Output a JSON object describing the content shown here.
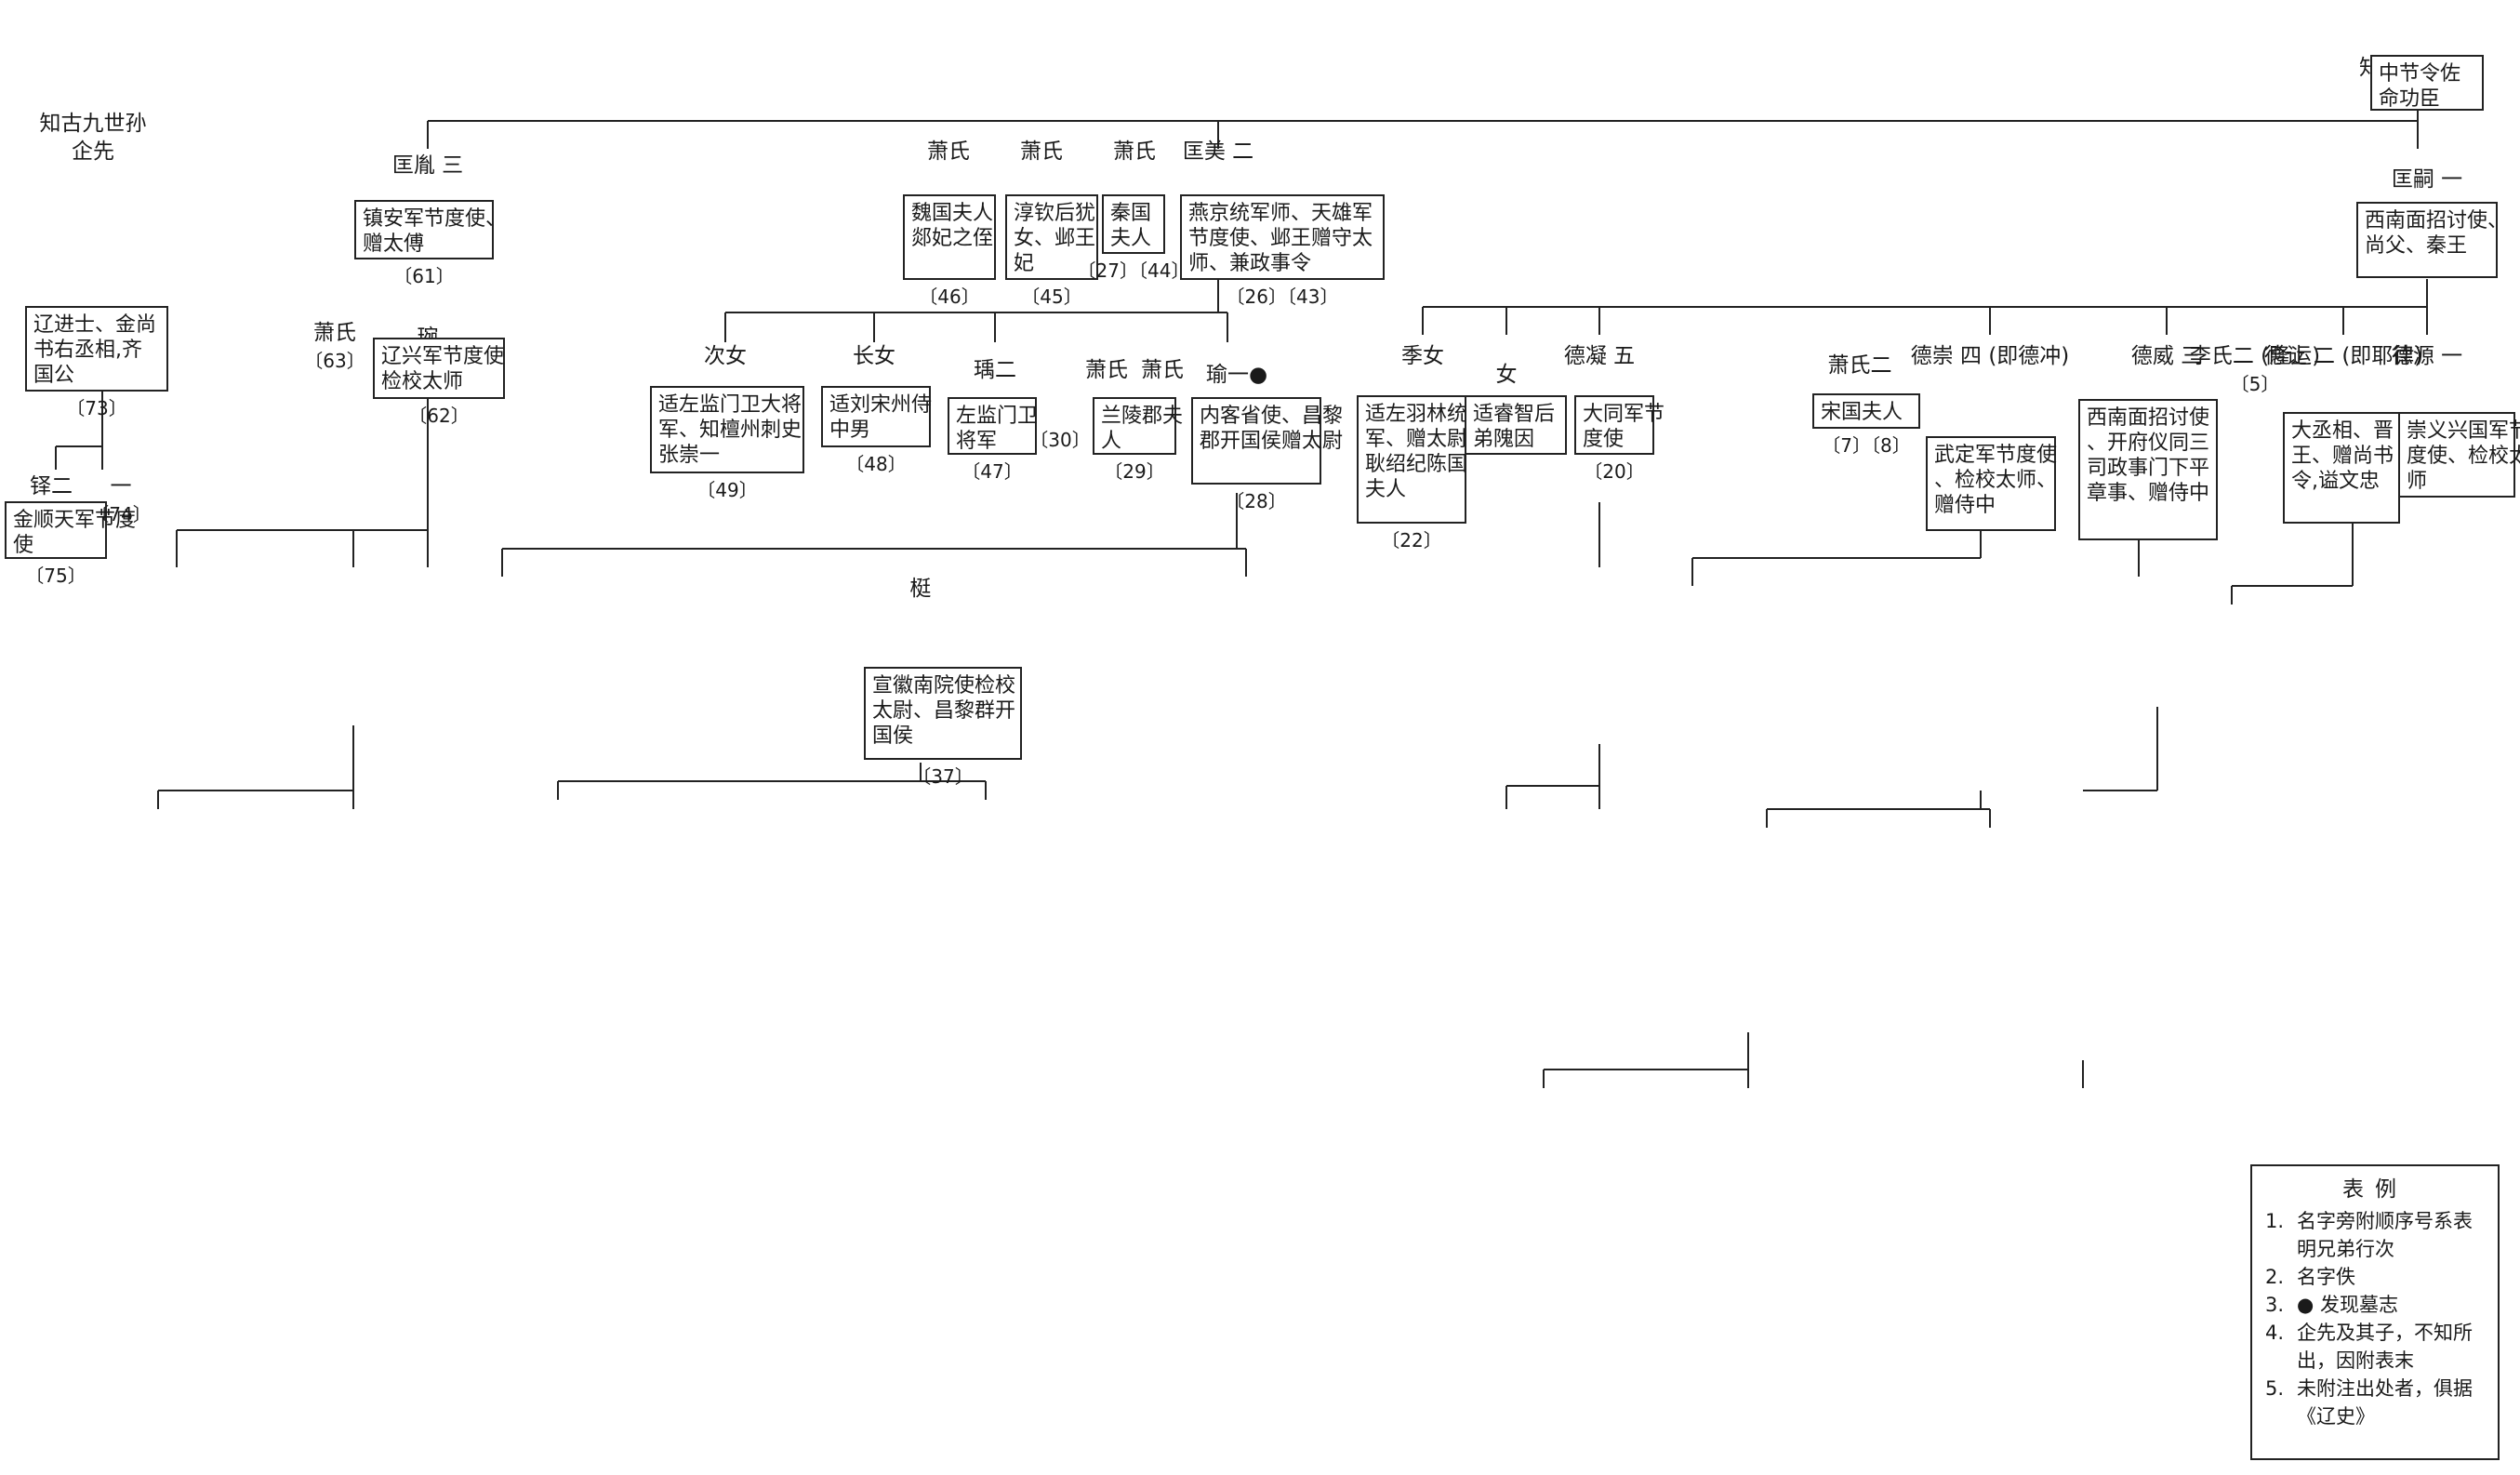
{
  "people": [
    {
      "id": "p_root",
      "label": "知古",
      "box": "中节令佐命功臣",
      "num": ""
    },
    {
      "id": "p_qi",
      "label": "企先",
      "prefix": "知古九世孙",
      "box": "辽进士、金尚书右丞相,齐国公",
      "num": "〔73〕"
    },
    {
      "id": "p_yi_er",
      "label": "铎二",
      "box": "金顺天军节度使",
      "num": "〔75〕"
    },
    {
      "id": "p_yi_yi",
      "label": "一",
      "box": "",
      "num": "〔74〕"
    },
    {
      "id": "p_kuangsi",
      "label": "匡嗣 一",
      "box": "西南面招讨使、尚父、秦王",
      "num": ""
    },
    {
      "id": "p_kuangmei",
      "label": "匡美 二",
      "box": "燕京统军师、天雄军节度使、邺王赠守太师、兼政事令",
      "num": "〔26〕〔43〕"
    },
    {
      "id": "p_kuangxian",
      "label": "匡胤 三",
      "box": "镇安军节度使、赠太傅",
      "num": "〔61〕"
    },
    {
      "id": "p_xiao_wei",
      "label": "萧氏",
      "box": "魏国夫人郯妃之侄",
      "num": "〔46〕"
    },
    {
      "id": "p_xiao_chun",
      "label": "萧氏",
      "box": "淳钦后犹女、邺王妃",
      "num": "〔45〕"
    },
    {
      "id": "p_xiao_qin",
      "label": "萧氏",
      "box": "秦国夫人",
      "num": "〔27〕〔44〕"
    },
    {
      "id": "p_wan",
      "label": "琬",
      "box": "辽兴军节度使检校太师",
      "num": "〔62〕"
    },
    {
      "id": "p_xiao_63",
      "label": "萧氏",
      "box": "",
      "num": "〔63〕"
    },
    {
      "id": "p_ciny",
      "label": "次女",
      "box": "适左监门卫大将军、知檀州刺史张崇一",
      "num": "〔49〕"
    },
    {
      "id": "p_zhangny",
      "label": "长女",
      "box": "适刘宋州侍中男",
      "num": "〔48〕"
    },
    {
      "id": "p_chou",
      "label": "瑀二",
      "box": "左监门卫将军",
      "num": "〔47〕"
    },
    {
      "id": "p_num30",
      "label": "",
      "box": "",
      "num": "〔30〕"
    },
    {
      "id": "p_xiao_lan",
      "label": "萧氏",
      "box": "兰陵郡夫人",
      "num": "〔29〕"
    },
    {
      "id": "p_xiao_29b",
      "label": "萧氏",
      "box": "",
      "num": ""
    },
    {
      "id": "p_yu",
      "label": "瑜一●",
      "box": "内客省使、昌黎郡开国侯赠太尉",
      "num": "〔28〕"
    },
    {
      "id": "p_ting",
      "label": "梃",
      "box": "宣徽南院使检校太尉、昌黎群开国侯",
      "num": "〔37〕"
    },
    {
      "id": "p_jinv",
      "label": "季女",
      "box": "适左羽林统军、赠太尉耿绍纪陈国夫人",
      "num": "〔22〕"
    },
    {
      "id": "p_nv21",
      "label": "女",
      "box": "适睿智后弟隗因",
      "num": ""
    },
    {
      "id": "p_deni",
      "label": "德凝 五",
      "box": "大同军节度使",
      "num": "〔20〕"
    },
    {
      "id": "p_xiao7",
      "label": "萧氏二",
      "box": "宋国夫人",
      "num": "〔7〕〔8〕"
    },
    {
      "id": "p_dechong",
      "label": "德崇 四 (即德冲)",
      "box": "武定军节度使、检校太师、赠侍中",
      "num": ""
    },
    {
      "id": "p_dewei",
      "label": "德威 三",
      "box": "西南面招讨使、开府仪同三司政事门下平章事、赠侍中",
      "num": ""
    },
    {
      "id": "p_li5",
      "label": "李氏二 (隆运)",
      "box": "",
      "num": "〔5〕"
    },
    {
      "id": "p_derang",
      "label": "德让 二 (即耶律)",
      "box": "大丞相、晋王、赠尚书令,谥文忠",
      "num": ""
    },
    {
      "id": "p_deyuan",
      "label": "德源 一",
      "box": "崇义兴国军节度使、检校太师",
      "num": ""
    }
  ],
  "legend": {
    "title": "表例",
    "items": [
      {
        "idx": "1.",
        "text": "名字旁附顺序号系表明兄弟行次"
      },
      {
        "idx": "2.",
        "text": "名字佚"
      },
      {
        "idx": "3.",
        "text": "● 发现墓志"
      },
      {
        "idx": "4.",
        "text": "企先及其子，不知所出，因附表末"
      },
      {
        "idx": "5.",
        "text": "未附注出处者，俱据《辽史》"
      }
    ]
  }
}
